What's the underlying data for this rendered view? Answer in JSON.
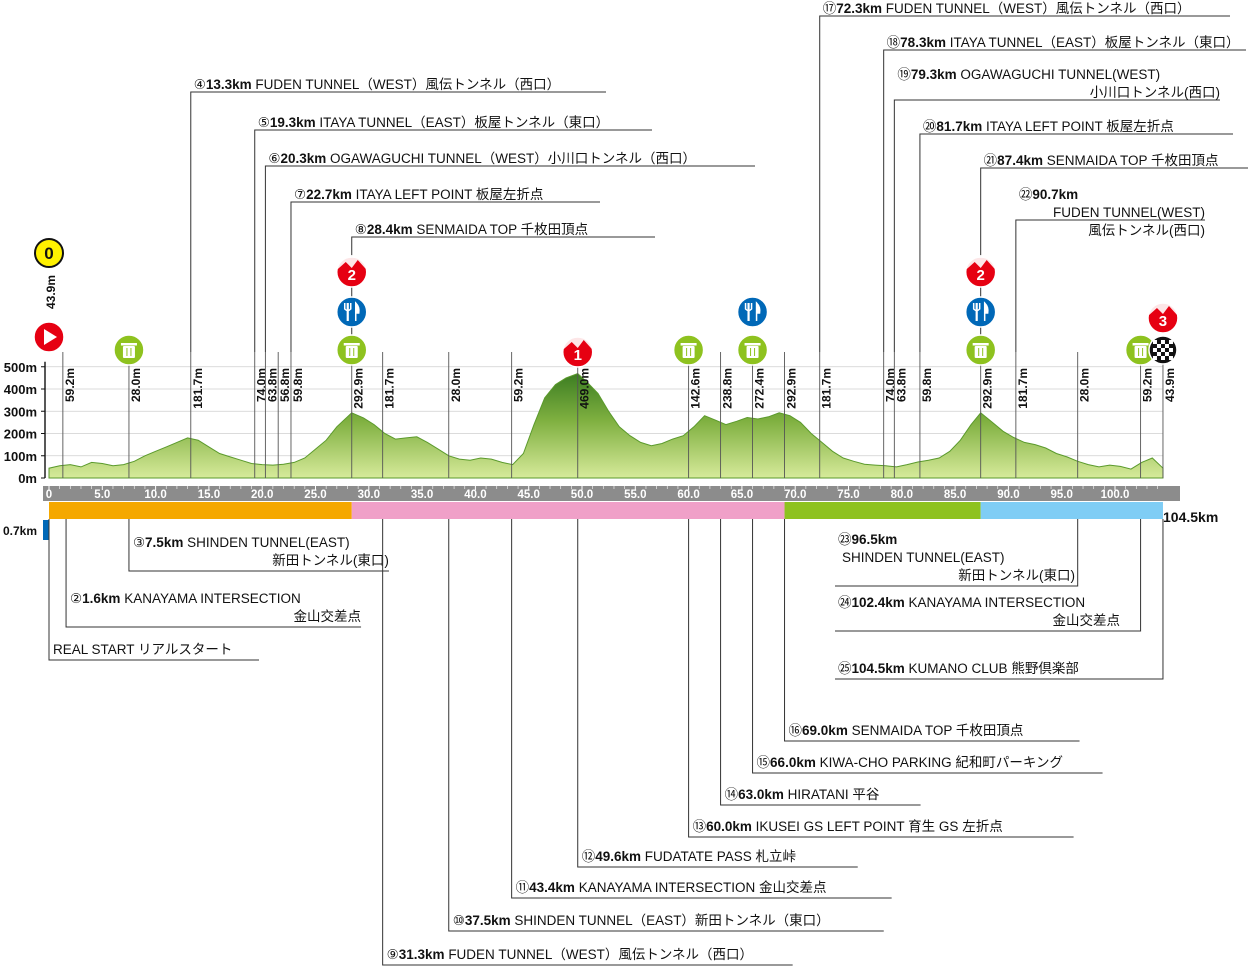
{
  "chart_data": {
    "type": "area",
    "ylabel": "",
    "ylim": [
      0,
      500
    ],
    "xlim": [
      0,
      104.5
    ],
    "y_ticks": [
      "500m",
      "400m",
      "300m",
      "200m",
      "100m",
      "0m"
    ],
    "x_ticks": [
      "0",
      "5.0",
      "10.0",
      "15.0",
      "20.0",
      "25.0",
      "30.0",
      "35.0",
      "40.0",
      "45.0",
      "50.0",
      "55.0",
      "60.0",
      "65.0",
      "70.0",
      "75.0",
      "80.0",
      "85.0",
      "90.0",
      "95.0",
      "100.0"
    ],
    "profile": {
      "x": [
        0,
        1,
        2,
        3,
        4,
        5,
        6,
        7,
        8,
        9,
        10,
        11,
        12,
        13,
        14,
        15,
        16,
        17,
        18,
        19,
        20,
        21,
        22,
        23,
        24,
        25,
        26,
        27,
        28.4,
        29.5,
        30.5,
        31.5,
        32.5,
        33.5,
        34.5,
        35.5,
        36.5,
        37.5,
        38.5,
        39.5,
        40.5,
        41.5,
        42.5,
        43.5,
        44.5,
        45.5,
        46.5,
        47.5,
        48.5,
        49.6,
        50.5,
        51.5,
        52.5,
        53.5,
        54.5,
        55.5,
        56.5,
        57.5,
        58.5,
        59.5,
        60.5,
        61.5,
        62.5,
        63.5,
        64.5,
        65.5,
        66.5,
        67.5,
        68.5,
        69.5,
        70.5,
        71.5,
        72.5,
        73.5,
        74.5,
        75.5,
        76.5,
        77.5,
        78.5,
        79.5,
        80.5,
        81.5,
        82.5,
        83.5,
        84.5,
        85.5,
        86.5,
        87.4,
        88.5,
        89.5,
        90.5,
        91.5,
        92.5,
        93.5,
        94.5,
        95.5,
        96.5,
        97.5,
        98.5,
        99.5,
        100.5,
        101.5,
        102.5,
        103.5,
        104.5
      ],
      "y": [
        44,
        55,
        60,
        50,
        70,
        65,
        55,
        60,
        75,
        100,
        120,
        140,
        160,
        180,
        170,
        140,
        110,
        95,
        80,
        65,
        60,
        58,
        62,
        70,
        90,
        130,
        170,
        230,
        293,
        270,
        240,
        200,
        175,
        180,
        185,
        160,
        130,
        100,
        85,
        80,
        90,
        85,
        70,
        60,
        110,
        240,
        360,
        420,
        450,
        469,
        430,
        380,
        300,
        230,
        190,
        160,
        145,
        155,
        175,
        190,
        230,
        280,
        260,
        240,
        255,
        272,
        265,
        275,
        293,
        280,
        250,
        200,
        160,
        120,
        90,
        75,
        62,
        58,
        55,
        50,
        60,
        72,
        80,
        90,
        120,
        170,
        240,
        293,
        250,
        210,
        182,
        160,
        150,
        135,
        110,
        95,
        75,
        60,
        50,
        58,
        52,
        40,
        70,
        90,
        44
      ]
    },
    "finish_distance": "104.5km",
    "neutral_distance": "0.7km",
    "sectors": [
      {
        "from": 0,
        "to": 28.4,
        "color": "#f5a800"
      },
      {
        "from": 28.4,
        "to": 69.0,
        "color": "#f0a0c8"
      },
      {
        "from": 69.0,
        "to": 87.4,
        "color": "#8ec21f"
      },
      {
        "from": 87.4,
        "to": 104.5,
        "color": "#7fcdf5"
      }
    ],
    "altitude_labels": [
      {
        "km": 1.3,
        "label": "59.2m"
      },
      {
        "km": 7.5,
        "label": "28.0m"
      },
      {
        "km": 13.3,
        "label": "181.7m"
      },
      {
        "km": 19.3,
        "label": "74.0m"
      },
      {
        "km": 20.3,
        "label": "63.8m"
      },
      {
        "km": 21.5,
        "label": "56.8m"
      },
      {
        "km": 22.7,
        "label": "59.8m"
      },
      {
        "km": 28.4,
        "label": "292.9m"
      },
      {
        "km": 31.3,
        "label": "181.7m"
      },
      {
        "km": 37.5,
        "label": "28.0m"
      },
      {
        "km": 43.4,
        "label": "59.2m"
      },
      {
        "km": 49.6,
        "label": "469.0m"
      },
      {
        "km": 60.0,
        "label": "142.6m"
      },
      {
        "km": 63.0,
        "label": "238.8m"
      },
      {
        "km": 66.0,
        "label": "272.4m"
      },
      {
        "km": 69.0,
        "label": "292.9m"
      },
      {
        "km": 72.3,
        "label": "181.7m"
      },
      {
        "km": 78.3,
        "label": "74.0m"
      },
      {
        "km": 79.3,
        "label": "63.8m"
      },
      {
        "km": 81.7,
        "label": "59.8m"
      },
      {
        "km": 87.4,
        "label": "292.9m"
      },
      {
        "km": 90.7,
        "label": "181.7m"
      },
      {
        "km": 96.5,
        "label": "28.0m"
      },
      {
        "km": 102.4,
        "label": "59.2m"
      },
      {
        "km": 104.5,
        "label": "43.9m"
      }
    ],
    "start_altitude": "43.9m",
    "top_waypoints": [
      {
        "km": 13.3,
        "num": "④",
        "dist": "13.3km",
        "lines": [
          "FUDEN TUNNEL（WEST）風伝トンネル（西口）"
        ]
      },
      {
        "km": 19.3,
        "num": "⑤",
        "dist": "19.3km",
        "lines": [
          "ITAYA TUNNEL（EAST）板屋トンネル（東口）"
        ]
      },
      {
        "km": 20.3,
        "num": "⑥",
        "dist": "20.3km",
        "lines": [
          "OGAWAGUCHI TUNNEL（WEST）小川口トンネル（西口）"
        ]
      },
      {
        "km": 22.7,
        "num": "⑦",
        "dist": "22.7km",
        "lines": [
          "ITAYA LEFT POINT 板屋左折点"
        ]
      },
      {
        "km": 28.4,
        "num": "⑧",
        "dist": "28.4km",
        "lines": [
          "SENMAIDA TOP 千枚田頂点"
        ]
      },
      {
        "km": 72.3,
        "num": "⑰",
        "dist": "72.3km",
        "lines": [
          "FUDEN TUNNEL（WEST）風伝トンネル（西口）"
        ]
      },
      {
        "km": 78.3,
        "num": "⑱",
        "dist": "78.3km",
        "lines": [
          "ITAYA TUNNEL（EAST）板屋トンネル（東口）"
        ]
      },
      {
        "km": 79.3,
        "num": "⑲",
        "dist": "79.3km",
        "lines": [
          "OGAWAGUCHI TUNNEL(WEST)",
          "小川口トンネル(西口)"
        ]
      },
      {
        "km": 81.7,
        "num": "⑳",
        "dist": "81.7km",
        "lines": [
          "ITAYA LEFT POINT 板屋左折点"
        ]
      },
      {
        "km": 87.4,
        "num": "㉑",
        "dist": "87.4km",
        "lines": [
          "SENMAIDA TOP 千枚田頂点"
        ]
      },
      {
        "km": 90.7,
        "num": "㉒",
        "dist": "90.7km",
        "lines": [
          "FUDEN TUNNEL(WEST)",
          "風伝トンネル(西口)"
        ]
      }
    ],
    "bottom_waypoints": [
      {
        "km": 0.0,
        "num": "",
        "dist": "",
        "lines": [
          "REAL START リアルスタート"
        ]
      },
      {
        "km": 1.6,
        "num": "②",
        "dist": "1.6km",
        "lines": [
          "KANAYAMA INTERSECTION",
          "金山交差点"
        ]
      },
      {
        "km": 7.5,
        "num": "③",
        "dist": "7.5km",
        "lines": [
          "SHINDEN TUNNEL(EAST)",
          "新田トンネル(東口)"
        ]
      },
      {
        "km": 31.3,
        "num": "⑨",
        "dist": "31.3km",
        "lines": [
          "FUDEN TUNNEL（WEST）風伝トンネル（西口）"
        ]
      },
      {
        "km": 37.5,
        "num": "⑩",
        "dist": "37.5km",
        "lines": [
          "SHINDEN TUNNEL（EAST）新田トンネル（東口）"
        ]
      },
      {
        "km": 43.4,
        "num": "⑪",
        "dist": "43.4km",
        "lines": [
          "KANAYAMA INTERSECTION 金山交差点"
        ]
      },
      {
        "km": 49.6,
        "num": "⑫",
        "dist": "49.6km",
        "lines": [
          "FUDATATE PASS 札立峠"
        ]
      },
      {
        "km": 60.0,
        "num": "⑬",
        "dist": "60.0km",
        "lines": [
          "IKUSEI GS LEFT POINT 育生 GS 左折点"
        ]
      },
      {
        "km": 63.0,
        "num": "⑭",
        "dist": "63.0km",
        "lines": [
          "HIRATANI 平谷"
        ]
      },
      {
        "km": 66.0,
        "num": "⑮",
        "dist": "66.0km",
        "lines": [
          "KIWA-CHO PARKING 紀和町パーキング"
        ]
      },
      {
        "km": 69.0,
        "num": "⑯",
        "dist": "69.0km",
        "lines": [
          "SENMAIDA TOP 千枚田頂点"
        ]
      },
      {
        "km": 96.5,
        "num": "㉓",
        "dist": "96.5km",
        "lines": [
          "SHINDEN TUNNEL(EAST)",
          "新田トンネル(東口)"
        ]
      },
      {
        "km": 102.4,
        "num": "㉔",
        "dist": "102.4km",
        "lines": [
          "KANAYAMA INTERSECTION",
          "金山交差点"
        ]
      },
      {
        "km": 104.5,
        "num": "㉕",
        "dist": "104.5km",
        "lines": [
          "KUMANO CLUB 熊野倶楽部"
        ]
      }
    ],
    "icons": [
      {
        "km": 0.0,
        "kind": "start",
        "text": ""
      },
      {
        "km": 0.0,
        "kind": "km0",
        "text": "0"
      },
      {
        "km": 7.5,
        "kind": "trash",
        "text": ""
      },
      {
        "km": 28.4,
        "kind": "kom2",
        "text": "2"
      },
      {
        "km": 28.4,
        "kind": "feed",
        "text": ""
      },
      {
        "km": 28.4,
        "kind": "trash",
        "text": ""
      },
      {
        "km": 49.6,
        "kind": "kom1",
        "text": "1"
      },
      {
        "km": 60.0,
        "kind": "trash",
        "text": ""
      },
      {
        "km": 66.0,
        "kind": "feed",
        "text": ""
      },
      {
        "km": 66.0,
        "kind": "trash",
        "text": ""
      },
      {
        "km": 87.4,
        "kind": "kom2",
        "text": "2"
      },
      {
        "km": 87.4,
        "kind": "feed",
        "text": ""
      },
      {
        "km": 87.4,
        "kind": "trash",
        "text": ""
      },
      {
        "km": 102.4,
        "kind": "trash",
        "text": ""
      },
      {
        "km": 104.5,
        "kind": "kom3",
        "text": "3"
      },
      {
        "km": 104.5,
        "kind": "finish",
        "text": ""
      }
    ],
    "colors": {
      "profile_light": "#c7e07a",
      "profile_dark": "#3c7d22",
      "axis_bar": "#8c8c8c",
      "kom": "#e60012",
      "feed": "#0068b7",
      "trash": "#8ec21f",
      "start": "#e60012",
      "km0": "#fff100"
    }
  }
}
